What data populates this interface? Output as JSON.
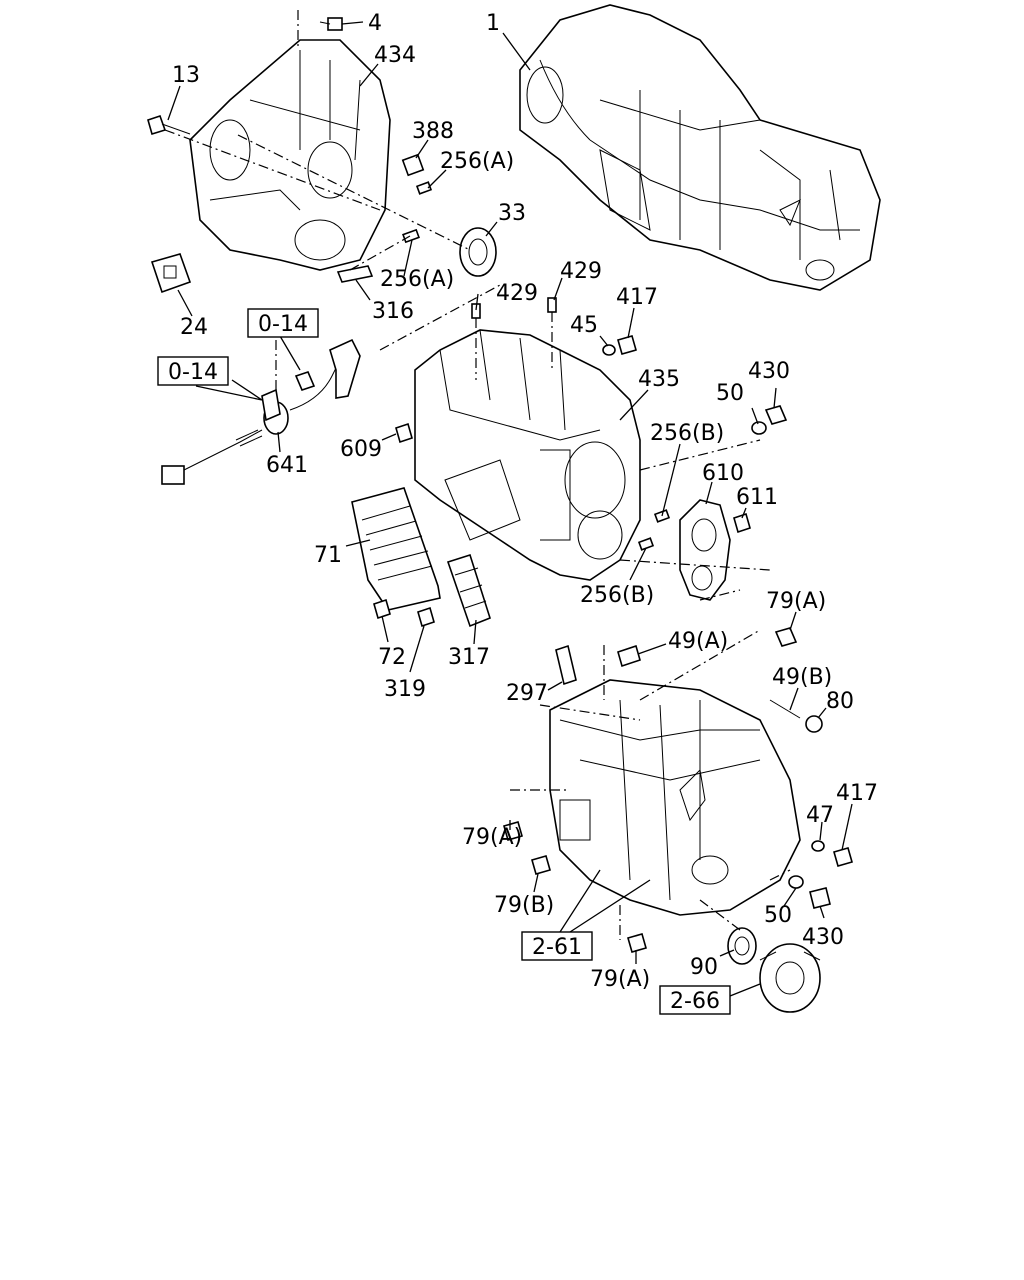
{
  "labels": {
    "p1": "1",
    "p4": "4",
    "p13": "13",
    "p434": "434",
    "p388": "388",
    "p256a_1": "256(A)",
    "p33": "33",
    "p256a_2": "256(A)",
    "p316": "316",
    "p24": "24",
    "p429_1": "429",
    "p429_2": "429",
    "p417_1": "417",
    "p45": "45",
    "p435": "435",
    "p430_1": "430",
    "p50_1": "50",
    "p609": "609",
    "p641": "641",
    "p256b_1": "256(B)",
    "p610": "610",
    "p611": "611",
    "p71": "71",
    "p256b_2": "256(B)",
    "p72": "72",
    "p317": "317",
    "p319": "319",
    "p79a_1": "79(A)",
    "p49a": "49(A)",
    "p49b": "49(B)",
    "p80": "80",
    "p297": "297",
    "p417_2": "417",
    "p79a_2": "79(A)",
    "p47": "47",
    "p79b": "79(B)",
    "p50_2": "50",
    "p430_2": "430",
    "p79a_3": "79(A)",
    "p90": "90"
  },
  "refs": {
    "r014_1": "0-14",
    "r014_2": "0-14",
    "r261": "2-61",
    "r266": "2-66"
  }
}
